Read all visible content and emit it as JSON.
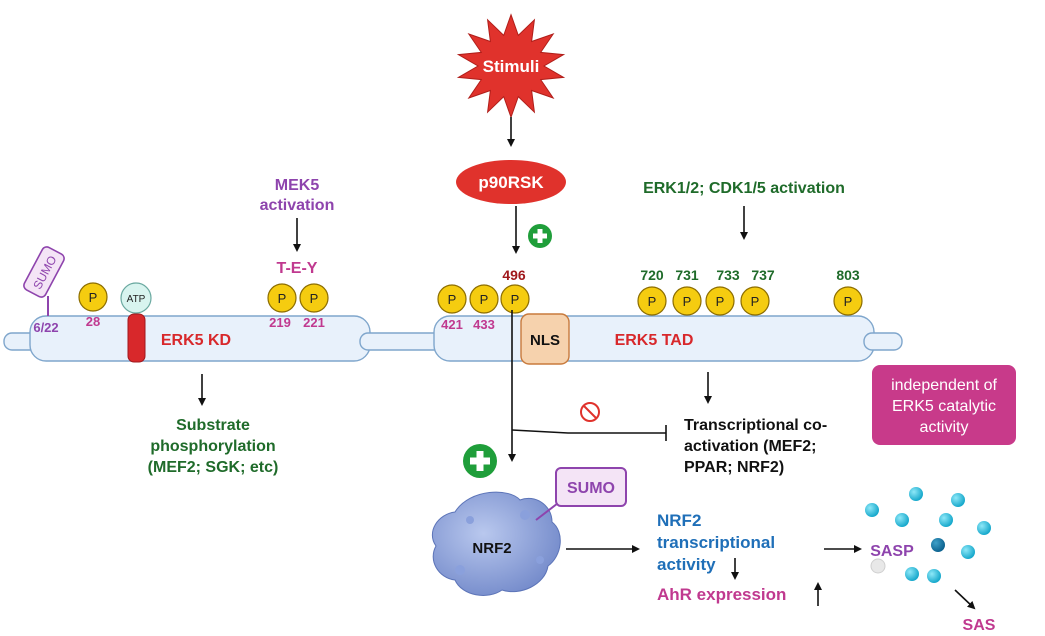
{
  "stimuli": "Stimuli",
  "p90rsk": "p90RSK",
  "mek5": {
    "line1": "MEK5",
    "line2": "activation"
  },
  "tey": "T-E-Y",
  "erk_cdk": "ERK1/2; CDK1/5 activation",
  "sumo_label": "SUMO",
  "atp_label": "ATP",
  "p_label": "P",
  "sites": {
    "s622": "6/22",
    "s28": "28",
    "s219": "219",
    "s221": "221",
    "s421": "421",
    "s433": "433",
    "s496": "496",
    "s720": "720",
    "s731": "731",
    "s733": "733",
    "s737": "737",
    "s803": "803"
  },
  "erk5_kd": "ERK5 KD",
  "erk5_tad": "ERK5 TAD",
  "nls": "NLS",
  "substrate": {
    "line1": "Substrate",
    "line2": "phosphorylation",
    "line3": "(MEF2; SGK; etc)"
  },
  "transcriptional": {
    "line1": "Transcriptional co-",
    "line2": "activation (MEF2;",
    "line3": "PPAR; NRF2)"
  },
  "independent": {
    "line1": "independent of",
    "line2": "ERK5 catalytic",
    "line3": "activity"
  },
  "nrf2": "NRF2",
  "nrf2_activity": {
    "line1": "NRF2",
    "line2": "transcriptional",
    "line3": "activity"
  },
  "ahr": "AhR expression",
  "sasp": "SASP",
  "sas": "SAS",
  "colors": {
    "purple": "#8e44ad",
    "magenta": "#c0398f",
    "green": "#1f6b2a",
    "red": "#d8282b",
    "blue": "#1f6fb8",
    "membrane": "#e8f1fb",
    "membrane_stroke": "#7fa6cc",
    "phospho": "#f5cc10",
    "plus_green": "#1f9e3a",
    "pink_box": "#c83a8a",
    "dark_red": "#a0181c"
  }
}
